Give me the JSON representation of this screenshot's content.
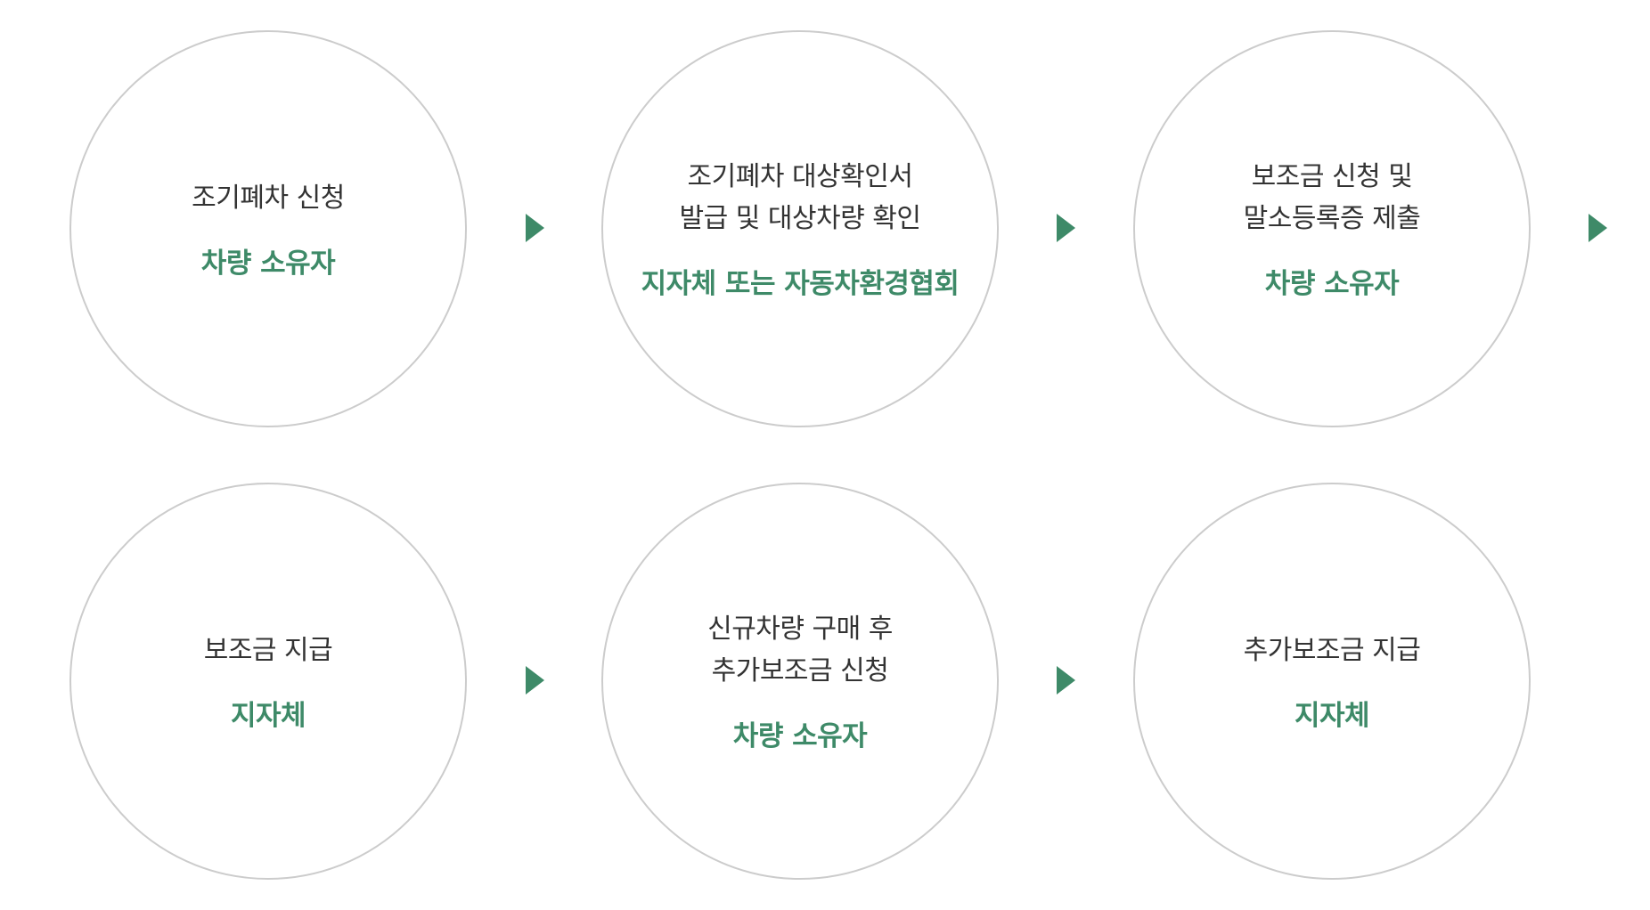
{
  "colors": {
    "accent": "#3e8a68",
    "circle_border": "#cccccc",
    "text": "#333333"
  },
  "steps": [
    {
      "lines": [
        "조기폐차 신청"
      ],
      "actor": "차량 소유자"
    },
    {
      "lines": [
        "조기폐차 대상확인서",
        "발급 및 대상차량 확인"
      ],
      "actor": "지자체 또는 자동차환경협회"
    },
    {
      "lines": [
        "보조금 신청 및",
        "말소등록증 제출"
      ],
      "actor": "차량 소유자"
    },
    {
      "lines": [
        "보조금 지급"
      ],
      "actor": "지자체"
    },
    {
      "lines": [
        "신규차량 구매 후",
        "추가보조금 신청"
      ],
      "actor": "차량 소유자"
    },
    {
      "lines": [
        "추가보조금 지급"
      ],
      "actor": "지자체"
    }
  ],
  "connector_icon": "triangle-right-icon"
}
